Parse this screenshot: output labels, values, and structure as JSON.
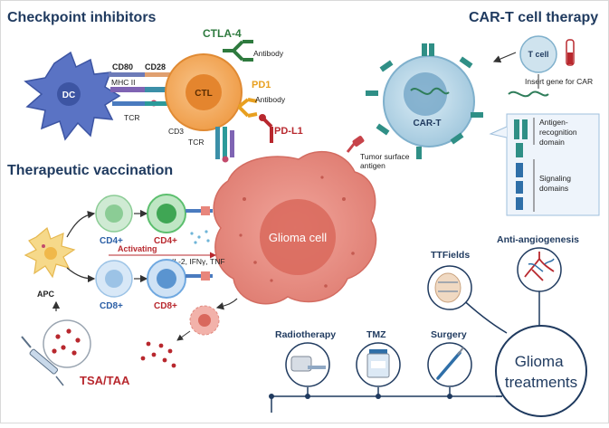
{
  "sections": {
    "checkpoint_title": "Checkpoint inhibitors",
    "cart_title": "CAR-T cell therapy",
    "vaccination_title": "Therapeutic vaccination"
  },
  "checkpoint": {
    "dc": "DC",
    "ctl": "CTL",
    "cd80": "CD80",
    "cd28": "CD28",
    "mhc2": "MHC II",
    "tcr1": "TCR",
    "cd3": "CD3",
    "tcr2": "TCR",
    "ctla4": "CTLA-4",
    "antibody1": "Antibody",
    "pd1": "PD1",
    "antibody2": "Antibody",
    "pdl1": "PD-L1"
  },
  "cart": {
    "tcell": "T cell",
    "insert_gene": "Insert gene for CAR",
    "cart_label": "CAR-T",
    "antigen_recognition": [
      "Antigen-",
      "recognition",
      "domain"
    ],
    "signaling": [
      "Signaling",
      "domains"
    ],
    "tumor_antigen": [
      "Tumor surface",
      "antigen"
    ]
  },
  "glioma": {
    "cell": "Glioma cell"
  },
  "vaccination": {
    "cd4_a": "CD4+",
    "cd4_b": "CD4+",
    "cd8_a": "CD8+",
    "cd8_b": "CD8+",
    "activating": "Activating",
    "cytokines": "IL-2, IFNγ, TNF",
    "apc": "APC",
    "tsa": "TSA/TAA"
  },
  "treatments": {
    "ttfields": "TTFields",
    "anti_angio": "Anti-angiogenesis",
    "radiotherapy": "Radiotherapy",
    "tmz": "TMZ",
    "surgery": "Surgery",
    "glioma_treatments": [
      "Glioma",
      "treatments"
    ]
  },
  "colors": {
    "title": "#1f3a5f",
    "dc": "#4a66b8",
    "ctl": "#f0a04b",
    "glioma": "#e8867c",
    "cart": "#a9cde0",
    "cd4": "#5cbf6e",
    "cd8": "#6fa8e0",
    "red_label": "#b8282e",
    "navy_line": "#1f3a5f"
  }
}
